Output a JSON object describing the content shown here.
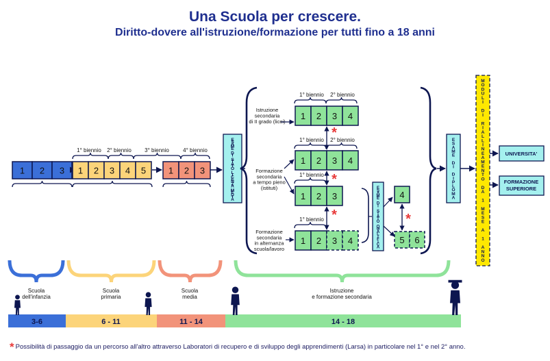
{
  "header": {
    "title": "Una Scuola per crescere.",
    "subtitle": "Diritto-dovere all'istruzione/formazione per tutti fino a 18 anni"
  },
  "colors": {
    "blue": "#3b6fd8",
    "yellow": "#fcd47a",
    "orange": "#f2937a",
    "green": "#8fe39a",
    "exam_box": "#a4f0ee",
    "navy": "#1a2a80",
    "accent_red": "#e83a3a",
    "side_bar": "#ffe800"
  },
  "early_years": {
    "cells": [
      "1",
      "2",
      "3"
    ]
  },
  "primary": {
    "bienni": [
      "1° biennio",
      "2° biennio",
      "3° biennio"
    ],
    "cells": [
      "1",
      "2",
      "3",
      "4",
      "5"
    ]
  },
  "middle": {
    "bienni": [
      "4° biennio"
    ],
    "cells": [
      "1",
      "2",
      "3"
    ]
  },
  "exam_middle": "ESAME DI STATO LICENZA MEDIA",
  "tracks": {
    "licei": {
      "label": "Istruzione secondaria di II grado (licei)",
      "bienni": [
        "1° biennio",
        "2° biennio"
      ],
      "cells": [
        "1",
        "2",
        "3",
        "4"
      ]
    },
    "istituti": {
      "label": "Formazione secondaria a tempo pieno (istituti)",
      "bienni": [
        "1° biennio",
        "2° biennio"
      ],
      "cells": [
        "1",
        "2",
        "3",
        "4"
      ]
    },
    "qualifica": {
      "bienni": [
        "1° biennio"
      ],
      "cells": [
        "1",
        "2",
        "3"
      ]
    },
    "alternanza": {
      "label": "Formazione secondaria in alternanza scuola/lavoro",
      "bienni": [
        "1° biennio"
      ],
      "cells": [
        "1",
        "2",
        "3",
        "4"
      ]
    }
  },
  "exam_qualifica": "ESAME DI STATO QUALIFICA",
  "post_qualifica": {
    "top": [
      "4"
    ],
    "bottom": [
      "5",
      "6"
    ]
  },
  "exam_diploma": "ESAME DI DIPLOMA",
  "moduli": "MODULI DI RIALLINEAMENTO DA 1 MESE A 1 ANNO",
  "outcomes": [
    "UNIVERSITA'",
    "FORMAZIONE SUPERIORE"
  ],
  "stages": [
    {
      "label": "Scuola dell'infanzia",
      "ages": "3-6"
    },
    {
      "label": "Scuola primaria",
      "ages": "6 - 11"
    },
    {
      "label": "Scuola media",
      "ages": "11 - 14"
    },
    {
      "label": "Istruzione e formazione secondaria",
      "ages": "14 - 18"
    }
  ],
  "footnote": {
    "marker": "*",
    "text": "Possibilità di passaggio da un percorso all'altro attraverso Laboratori di recupero e di sviluppo degli apprendimenti (Larsa) in particolare nel 1° e nel 2° anno."
  }
}
